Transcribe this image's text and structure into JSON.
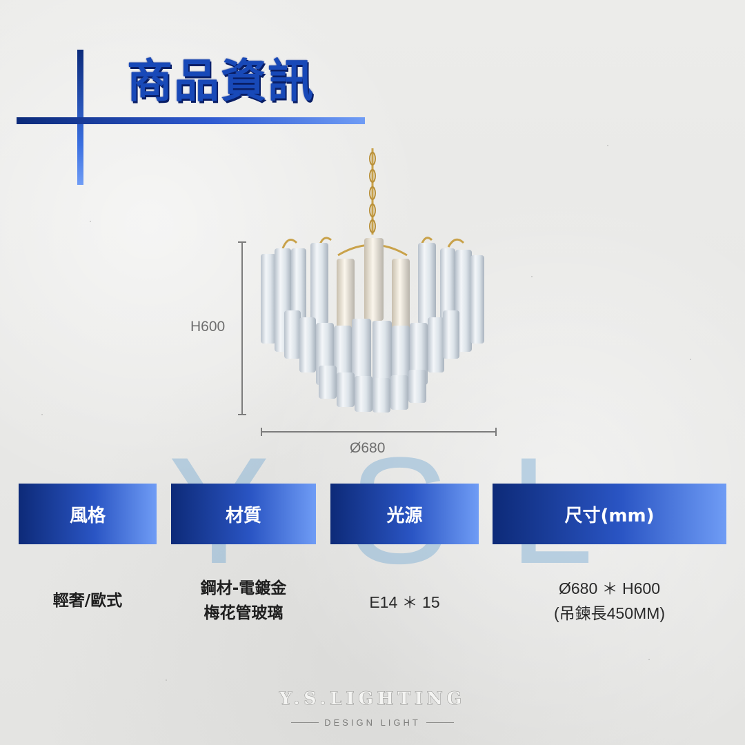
{
  "header": {
    "title": "商品資訊"
  },
  "product_image": {
    "height_label": "H600",
    "diameter_label": "Ø680",
    "chain_color": "#c9a24a",
    "glass_color": "#e6ecf2"
  },
  "watermark": {
    "letters": [
      "Y",
      "S",
      "L"
    ]
  },
  "specs": [
    {
      "header": "風格",
      "values": [
        "輕奢/歐式"
      ]
    },
    {
      "header": "材質",
      "values": [
        "鋼材-電鍍金",
        "梅花管玻璃"
      ]
    },
    {
      "header": "光源",
      "values": [
        "E14 ＊ 15"
      ]
    },
    {
      "header": "尺寸(mm)",
      "values": [
        "Ø680 ＊ H600",
        "(吊鍊長450MM)"
      ]
    }
  ],
  "footer": {
    "brand": "Y.S.LIGHTING",
    "tagline": "DESIGN LIGHT"
  },
  "colors": {
    "accent_dark": "#0d2a78",
    "accent_light": "#6f9cf5",
    "title_blue": "#1849b8"
  }
}
